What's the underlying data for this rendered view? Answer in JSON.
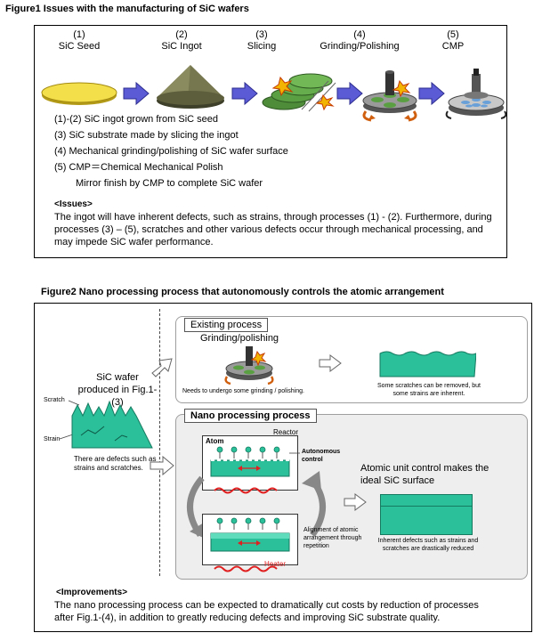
{
  "figure1": {
    "title": "Figure1   Issues with the manufacturing of SiC wafers",
    "steps": [
      {
        "num": "(1)",
        "label": "SiC Seed"
      },
      {
        "num": "(2)",
        "label": "SiC Ingot"
      },
      {
        "num": "(3)",
        "label": "Slicing"
      },
      {
        "num": "(4)",
        "label": "Grinding/Polishing"
      },
      {
        "num": "(5)",
        "label": "CMP"
      }
    ],
    "notes": [
      "(1)-(2)  SiC ingot grown from SiC seed",
      "(3) SiC substrate made by slicing the ingot",
      "(4) Mechanical grinding/polishing of SiC wafer surface",
      "(5) CMP＝Chemical Mechanical Polish",
      "Mirror finish by CMP to complete SiC wafer"
    ],
    "issues_heading": "<Issues>",
    "issues_text": "The ingot will have inherent defects, such as strains, through processes (1) - (2). Furthermore, during processes (3) – (5), scratches and other various defects occur through mechanical processing, and may impede SiC wafer performance."
  },
  "figure2": {
    "title": "Figure2   Nano processing process that autonomously controls the atomic arrangement",
    "wafer_label": "SiC wafer\nproduced in Fig.1-(3)",
    "scratch_label": "Scratch",
    "strain_label": "Strain",
    "defects_text": "There are defects such as strains and scratches.",
    "existing": {
      "header": "Existing process",
      "sub": "Grinding/polishing",
      "caption": "Needs to undergo some grinding / polishing.",
      "result": "Some scratches can be removed, but some strains are inherent."
    },
    "nano": {
      "header": "Nano processing process",
      "reactor": "Reactor",
      "atom": "Atom",
      "autonomous": "Autonomous control",
      "alignment": "Alignment of atomic arrangement through repetition",
      "heater": "Heater",
      "result_title": "Atomic unit control makes the ideal SiC surface",
      "result_caption": "Inherent defects such as strains and scratches are drastically reduced"
    },
    "improvements_heading": "<Improvements>",
    "improvements_text": "The nano processing process can be expected to dramatically cut costs by reduction of processes after Fig.1-(4), in addition to greatly reducing defects and improving SiC substrate quality."
  },
  "colors": {
    "teal": "#2bbf9a",
    "arrow_blue": "#5b5bd6",
    "heater_red": "#e02020"
  }
}
